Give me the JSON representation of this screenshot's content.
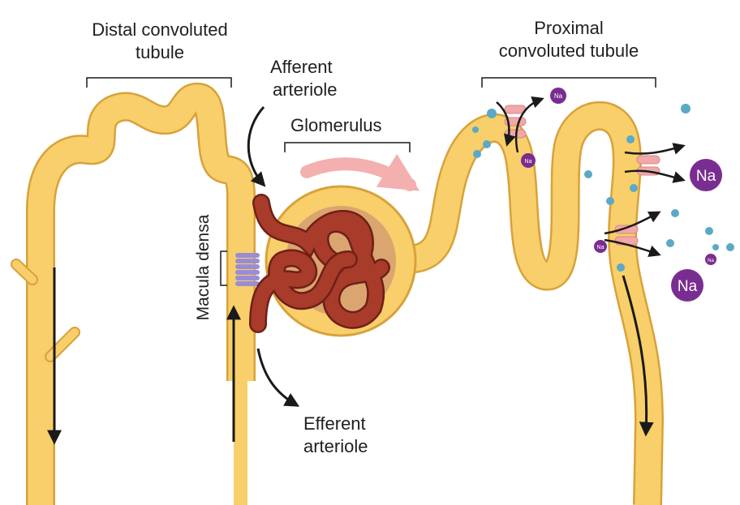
{
  "labels": {
    "distal": [
      "Distal convoluted",
      "tubule"
    ],
    "afferent": [
      "Afferent",
      "arteriole"
    ],
    "glomerulus": "Glomerulus",
    "proximal": [
      "Proximal",
      "convoluted tubule"
    ],
    "macula": "Macula densa",
    "efferent": [
      "Efferent",
      "arteriole"
    ],
    "sodium": "Na"
  },
  "colors": {
    "tubule_fill": "#f8cf6a",
    "tubule_outline": "#d8a23a",
    "capsule_inner": "#dba56f",
    "vessel": "#a83b2a",
    "vessel_outline": "#6e2017",
    "macula": "#9b8dd3",
    "sodium": "#7a2d91",
    "ion_small": "#5aa9c6",
    "channel": "#f2a8a8",
    "flow_arrow": "#f3b0ae"
  },
  "icons": [
    "arrow-icon",
    "sodium-ion-icon",
    "channel-protein-icon",
    "ion-dot-icon"
  ]
}
